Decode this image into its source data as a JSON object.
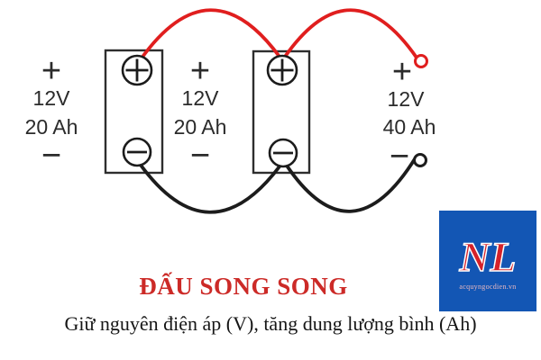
{
  "diagram": {
    "labels": [
      {
        "plus": "+",
        "voltage": "12V",
        "capacity": "20 Ah",
        "minus": "−"
      },
      {
        "plus": "+",
        "voltage": "12V",
        "capacity": "20 Ah",
        "minus": "−"
      },
      {
        "plus": "+",
        "voltage": "12V",
        "capacity": "40 Ah",
        "minus": "−"
      }
    ],
    "icons": {
      "plus_terminal": "⊕",
      "minus_terminal": "⊖",
      "open_terminal": "○"
    },
    "colors": {
      "positive_wire": "#e01e1e",
      "negative_wire": "#1c1c1c",
      "outline": "#2e2e2e"
    }
  },
  "title": {
    "text": "ĐẤU SONG SONG",
    "color": "#cc2a27"
  },
  "subtitle": {
    "text": "Giữ nguyên điện áp (V), tăng dung lượng bình (Ah)"
  },
  "logo": {
    "monogram": "NL",
    "website": "acquyngocdien.vn",
    "background": "#1356b4",
    "monogram_color": "#d5222a"
  }
}
